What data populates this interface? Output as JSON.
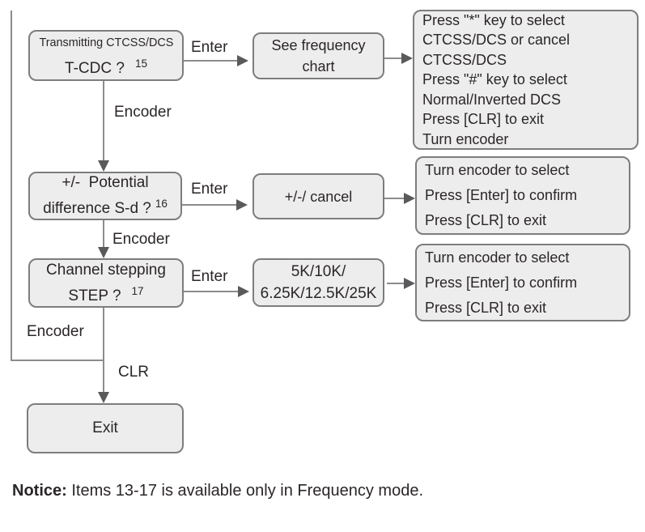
{
  "row1": {
    "box": {
      "title": "Transmitting CTCSS/DCS",
      "label": "T-CDC ?",
      "item_no": "15"
    },
    "enter_label": "Enter",
    "result": {
      "line1": "See frequency",
      "line2": "chart"
    },
    "instructions": [
      "Press \"*\" key to select",
      "CTCSS/DCS or cancel",
      "CTCSS/DCS",
      "Press \"#\" key to select",
      "Normal/Inverted DCS",
      "Press [CLR] to exit",
      "Turn encoder"
    ],
    "encoder_label": "Encoder"
  },
  "row2": {
    "box": {
      "line1": "+/-  Potential",
      "line2": "difference S-d ?",
      "item_no": "16"
    },
    "enter_label": "Enter",
    "result": {
      "label": "+/-/ cancel"
    },
    "instructions": [
      "Turn encoder to select",
      "Press [Enter] to confirm",
      "Press [CLR] to exit"
    ],
    "encoder_label": "Encoder"
  },
  "row3": {
    "box": {
      "line1": "Channel stepping",
      "line2": "STEP ?",
      "item_no": "17"
    },
    "enter_label": "Enter",
    "result": {
      "line1": "5K/10K/",
      "line2": "6.25K/12.5K/25K"
    },
    "instructions": [
      "Turn encoder to select",
      "Press [Enter] to confirm",
      "Press [CLR] to exit"
    ],
    "encoder_label": "Encoder"
  },
  "exit_flow": {
    "clr_label": "CLR",
    "exit_label": "Exit"
  },
  "notice": {
    "bold": "Notice:",
    "text": " Items 13-17 is available only in Frequency mode."
  },
  "colors": {
    "box_fill": "#ededed",
    "box_border": "#7d7d7d",
    "line": "#8c8c8c",
    "arrowhead": "#5a5a5c",
    "text": "#2b2627"
  }
}
